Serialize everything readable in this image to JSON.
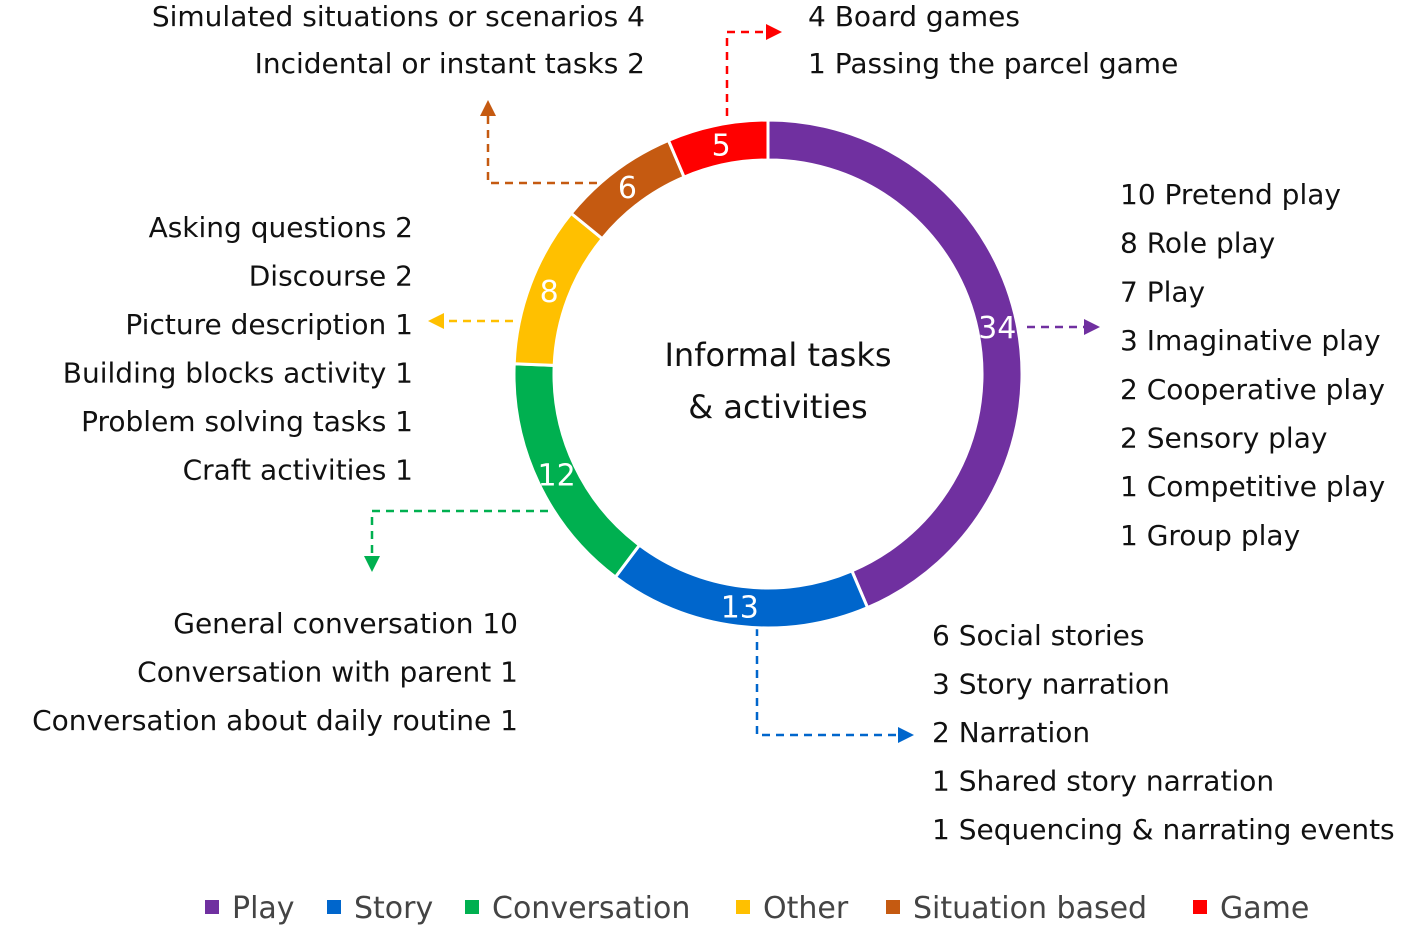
{
  "chart_data": {
    "type": "pie",
    "donut": true,
    "center_label": [
      "Informal tasks",
      "& activities"
    ],
    "total": 78,
    "slices": [
      {
        "name": "Play",
        "value": 34,
        "color": "#7030a0",
        "items": [
          "10 Pretend play",
          "8 Role play",
          "7 Play",
          "3 Imaginative play",
          "2 Cooperative play",
          "2 Sensory play",
          "1 Competitive play",
          "1 Group play"
        ]
      },
      {
        "name": "Story",
        "value": 13,
        "color": "#0066cc",
        "items": [
          "6 Social stories",
          "3 Story narration",
          "2 Narration",
          "1 Shared story narration",
          "1 Sequencing & narrating events"
        ]
      },
      {
        "name": "Conversation",
        "value": 12,
        "color": "#00b050",
        "items": [
          "General conversation 10",
          "Conversation with parent 1",
          "Conversation about daily routine 1"
        ]
      },
      {
        "name": "Other",
        "value": 8,
        "color": "#ffc000",
        "items": [
          "Asking questions 2",
          "Discourse 2",
          "Picture description 1",
          "Building blocks activity 1",
          "Problem solving tasks 1",
          "Craft activities 1"
        ]
      },
      {
        "name": "Situation based",
        "value": 6,
        "color": "#c55a11",
        "items": [
          "Simulated situations or scenarios 4",
          "Incidental or instant tasks 2"
        ]
      },
      {
        "name": "Game",
        "value": 5,
        "color": "#ff0000",
        "items": [
          "4 Board games",
          "1 Passing the parcel game"
        ]
      }
    ],
    "legend_placement": "bottom"
  }
}
